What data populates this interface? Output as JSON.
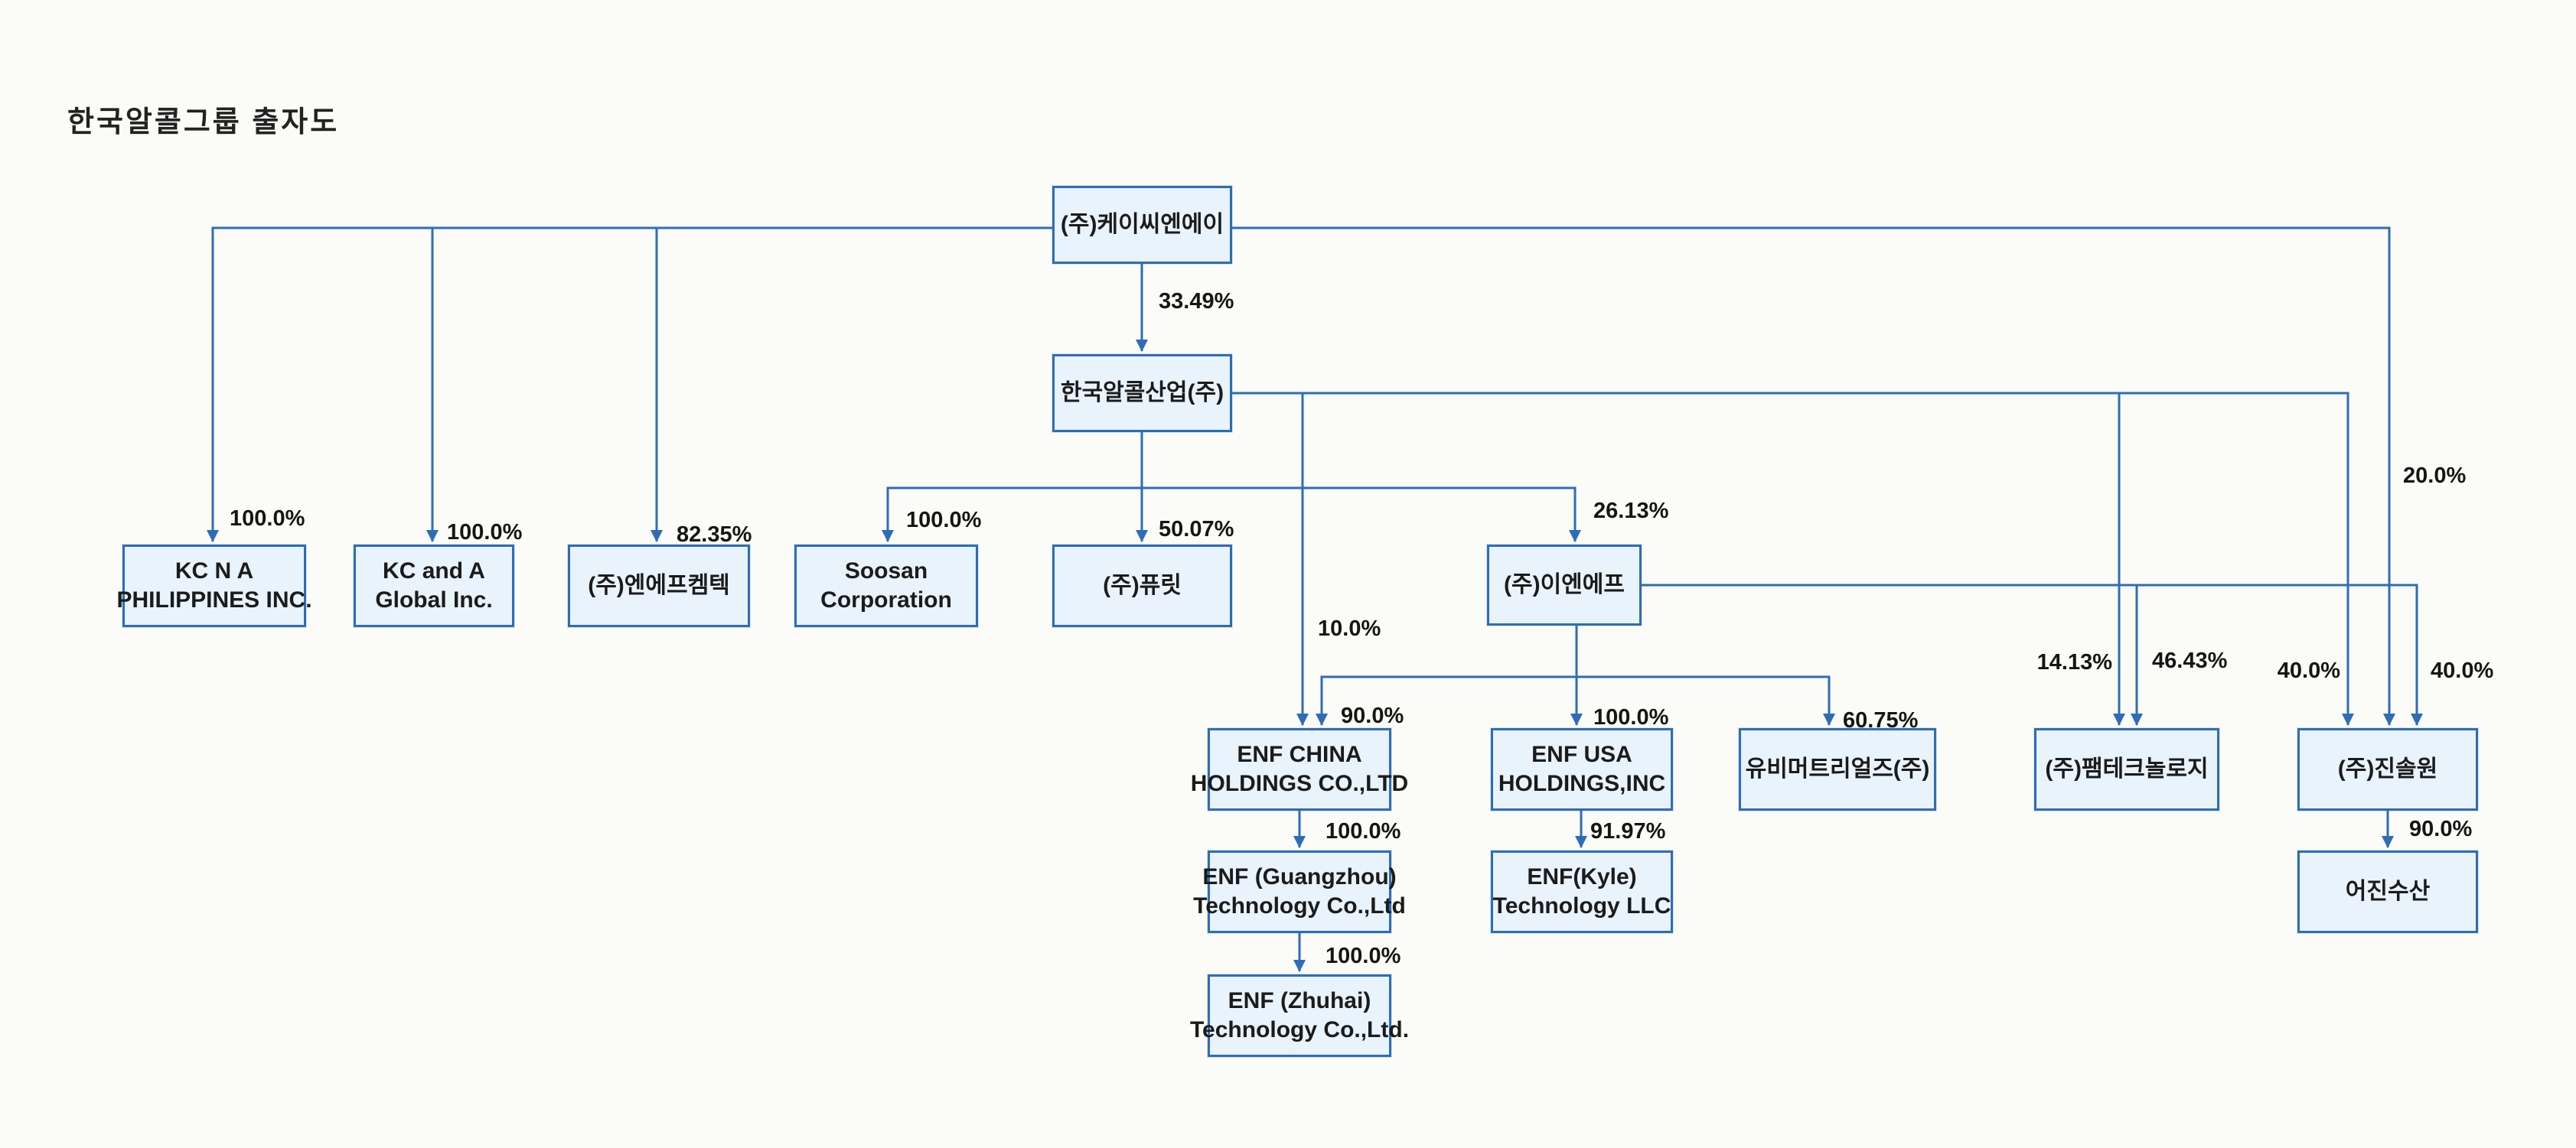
{
  "title": "한국알콜그룹 출자도",
  "colors": {
    "line": "#2d6db8",
    "box_fill": "#e8f3fb",
    "box_border": "#2d6db8",
    "background": "#fbfbf7",
    "text": "#1b1b1b"
  },
  "diagram": {
    "nodes": [
      {
        "id": "kcna",
        "lines": [
          "(주)케이씨엔에이"
        ]
      },
      {
        "id": "hankook",
        "lines": [
          "한국알콜산업(주)"
        ]
      },
      {
        "id": "kcnaph",
        "lines": [
          "KC N A",
          "PHILIPPINES INC."
        ]
      },
      {
        "id": "kcanda",
        "lines": [
          "KC and A",
          "Global Inc."
        ]
      },
      {
        "id": "nfkem",
        "lines": [
          "(주)엔에프켐텍"
        ]
      },
      {
        "id": "soosan",
        "lines": [
          "Soosan",
          "Corporation"
        ]
      },
      {
        "id": "purit",
        "lines": [
          "(주)퓨릿"
        ]
      },
      {
        "id": "enf",
        "lines": [
          "(주)이엔에프"
        ]
      },
      {
        "id": "enfchina",
        "lines": [
          "ENF CHINA",
          "HOLDINGS CO.,LTD"
        ]
      },
      {
        "id": "enfusa",
        "lines": [
          "ENF USA",
          "HOLDINGS,INC"
        ]
      },
      {
        "id": "ubi",
        "lines": [
          "유비머트리얼즈(주)"
        ]
      },
      {
        "id": "pam",
        "lines": [
          "(주)팸테크놀로지"
        ]
      },
      {
        "id": "jinsol",
        "lines": [
          "(주)진솔원"
        ]
      },
      {
        "id": "guangzhou",
        "lines": [
          "ENF (Guangzhou)",
          "Technology Co.,Ltd"
        ]
      },
      {
        "id": "kyle",
        "lines": [
          "ENF(Kyle)",
          "Technology LLC"
        ]
      },
      {
        "id": "eojin",
        "lines": [
          "어진수산"
        ]
      },
      {
        "id": "zhuhai",
        "lines": [
          "ENF (Zhuhai)",
          "Technology Co.,Ltd."
        ]
      }
    ],
    "edges": [
      {
        "id": "kcna-hankook",
        "from": "(주)케이씨엔에이",
        "to": "한국알콜산업(주)",
        "pct": "33.49%"
      },
      {
        "id": "kcna-kcnaph",
        "from": "(주)케이씨엔에이",
        "to": "KC N A PHILIPPINES INC.",
        "pct": "100.0%"
      },
      {
        "id": "kcna-kcanda",
        "from": "(주)케이씨엔에이",
        "to": "KC and A Global Inc.",
        "pct": "100.0%"
      },
      {
        "id": "kcna-nfkem",
        "from": "(주)케이씨엔에이",
        "to": "(주)엔에프켐텍",
        "pct": "82.35%"
      },
      {
        "id": "kcna-jinsol",
        "from": "(주)케이씨엔에이",
        "to": "(주)진솔원",
        "pct": "20.0%"
      },
      {
        "id": "hankook-soosan",
        "from": "한국알콜산업(주)",
        "to": "Soosan Corporation",
        "pct": "100.0%"
      },
      {
        "id": "hankook-purit",
        "from": "한국알콜산업(주)",
        "to": "(주)퓨릿",
        "pct": "50.07%"
      },
      {
        "id": "hankook-enf",
        "from": "한국알콜산업(주)",
        "to": "(주)이엔에프",
        "pct": "26.13%"
      },
      {
        "id": "hankook-enfchina",
        "from": "한국알콜산업(주)",
        "to": "ENF CHINA HOLDINGS CO.,LTD",
        "pct": "10.0%"
      },
      {
        "id": "hankook-pam",
        "from": "한국알콜산업(주)",
        "to": "(주)팸테크놀로지",
        "pct": "14.13%"
      },
      {
        "id": "hankook-jinsol",
        "from": "한국알콜산업(주)",
        "to": "(주)진솔원",
        "pct": "40.0%"
      },
      {
        "id": "enf-enfchina",
        "from": "(주)이엔에프",
        "to": "ENF CHINA HOLDINGS CO.,LTD",
        "pct": "90.0%"
      },
      {
        "id": "enf-enfusa",
        "from": "(주)이엔에프",
        "to": "ENF USA HOLDINGS,INC",
        "pct": "100.0%"
      },
      {
        "id": "enf-ubi",
        "from": "(주)이엔에프",
        "to": "유비머트리얼즈(주)",
        "pct": "60.75%"
      },
      {
        "id": "enf-pam",
        "from": "(주)이엔에프",
        "to": "(주)팸테크놀로지",
        "pct": "46.43%"
      },
      {
        "id": "enf-jinsol",
        "from": "(주)이엔에프",
        "to": "(주)진솔원",
        "pct": "40.0%"
      },
      {
        "id": "enfchina-guangzhou",
        "from": "ENF CHINA HOLDINGS CO.,LTD",
        "to": "ENF (Guangzhou) Technology Co.,Ltd",
        "pct": "100.0%"
      },
      {
        "id": "guangzhou-zhuhai",
        "from": "ENF (Guangzhou) Technology Co.,Ltd",
        "to": "ENF (Zhuhai) Technology Co.,Ltd.",
        "pct": "100.0%"
      },
      {
        "id": "enfusa-kyle",
        "from": "ENF USA HOLDINGS,INC",
        "to": "ENF(Kyle) Technology LLC",
        "pct": "91.97%"
      },
      {
        "id": "jinsol-eojin",
        "from": "(주)진솔원",
        "to": "어진수산",
        "pct": "90.0%"
      }
    ]
  }
}
